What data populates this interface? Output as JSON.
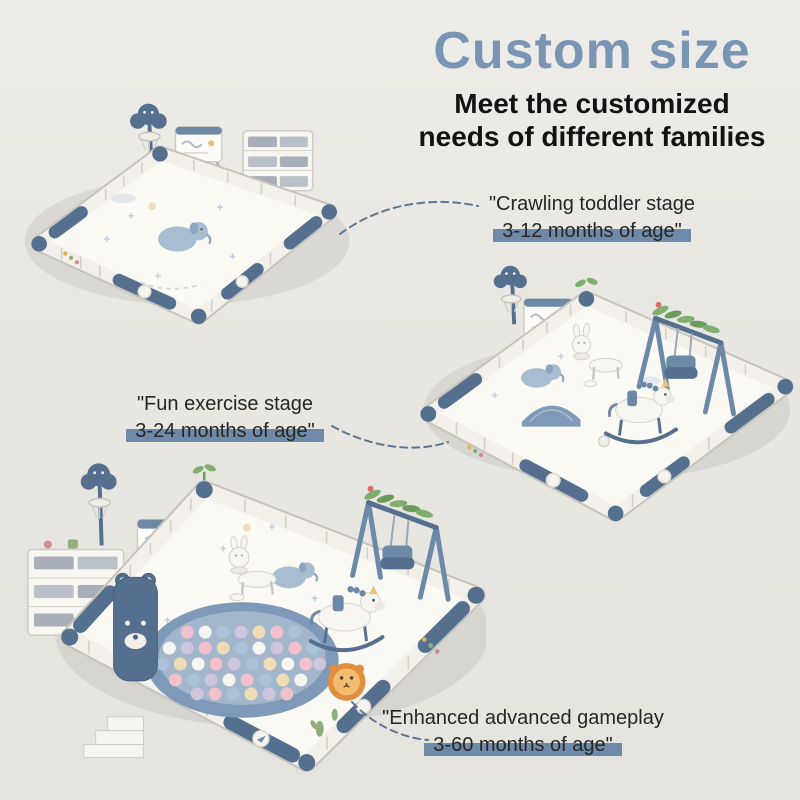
{
  "page": {
    "background": "#e8e6e1"
  },
  "colors": {
    "accent_blue": "#7a94b4",
    "highlight_bar_blue": "#6e8aa9",
    "fence_blue": "#54708e",
    "panel_white": "#f6f4ef",
    "leaf_green": "#7fae6e",
    "text_dark": "#121212"
  },
  "header": {
    "title": "Custom size",
    "subtitle_line1": "Meet the customized",
    "subtitle_line2": "needs of different families"
  },
  "stages": [
    {
      "title": "\"Crawling toddler stage",
      "age": "3-12 months of age\""
    },
    {
      "title": "\"Fun exercise stage",
      "age": "3-24 months of age\""
    },
    {
      "title": "\"Enhanced advanced gameplay",
      "age": "3-60 months of age\""
    }
  ],
  "figures": [
    {
      "icon": "playpen-basic-illustration"
    },
    {
      "icon": "playpen-swing-rocker-illustration"
    },
    {
      "icon": "playpen-ballpit-illustration"
    }
  ]
}
